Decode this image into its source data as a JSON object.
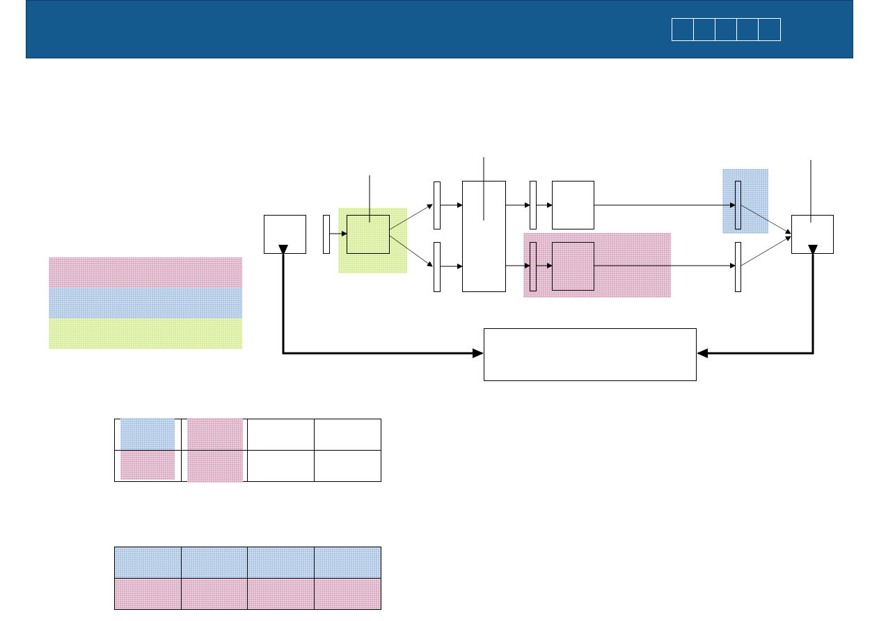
{
  "header": {
    "nav_boxes": [
      "",
      "",
      "",
      "",
      ""
    ],
    "background_color": "#155a8f"
  },
  "legend": {
    "swatches": [
      {
        "color": "pink",
        "label": ""
      },
      {
        "color": "blue",
        "label": ""
      },
      {
        "color": "green",
        "label": ""
      }
    ]
  },
  "colors": {
    "pink": "#d9aac2",
    "blue": "#a9c4e2",
    "green": "#d7ec96"
  },
  "diagram": {
    "nodes": [
      "",
      "",
      "",
      "",
      "",
      "",
      "",
      "",
      "",
      "",
      "",
      "",
      "",
      "",
      ""
    ],
    "controller_label": ""
  },
  "table_1": {
    "rows": [
      [
        "",
        "",
        "",
        ""
      ],
      [
        "",
        "",
        "",
        ""
      ]
    ]
  },
  "table_2": {
    "rows": [
      [
        "",
        "",
        "",
        ""
      ],
      [
        "",
        "",
        "",
        ""
      ]
    ]
  }
}
